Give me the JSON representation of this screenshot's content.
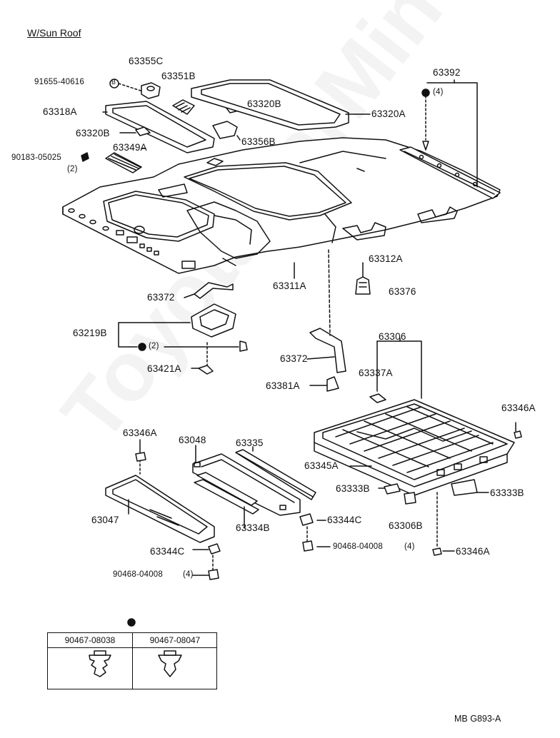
{
  "title": "W/Sun Roof",
  "diagram_code": "MB G893-A",
  "watermark": "ToyotaCarMine.ru",
  "callouts": [
    {
      "id": "p1",
      "text": "63355C"
    },
    {
      "id": "p2",
      "text": "63351B"
    },
    {
      "id": "p3",
      "text": "91655-40616"
    },
    {
      "id": "p4",
      "text": "B"
    },
    {
      "id": "p5",
      "text": "63318A"
    },
    {
      "id": "p6",
      "text": "63320B"
    },
    {
      "id": "p7",
      "text": "63320A"
    },
    {
      "id": "p8",
      "text": "63392"
    },
    {
      "id": "p9",
      "text": "(4)"
    },
    {
      "id": "p10",
      "text": "63320B"
    },
    {
      "id": "p11",
      "text": "63356B"
    },
    {
      "id": "p12",
      "text": "63349A"
    },
    {
      "id": "p13",
      "text": "90183-05025"
    },
    {
      "id": "p14",
      "text": "(2)"
    },
    {
      "id": "p15",
      "text": "63312A"
    },
    {
      "id": "p16",
      "text": "63311A"
    },
    {
      "id": "p17",
      "text": "63376"
    },
    {
      "id": "p18",
      "text": "63372"
    },
    {
      "id": "p19",
      "text": "63219B"
    },
    {
      "id": "p20",
      "text": "(2)"
    },
    {
      "id": "p21",
      "text": "63372"
    },
    {
      "id": "p22",
      "text": "63306"
    },
    {
      "id": "p23",
      "text": "63421A"
    },
    {
      "id": "p24",
      "text": "63337A"
    },
    {
      "id": "p25",
      "text": "63381A"
    },
    {
      "id": "p26",
      "text": "63346A"
    },
    {
      "id": "p27",
      "text": "63346A"
    },
    {
      "id": "p28",
      "text": "63048"
    },
    {
      "id": "p29",
      "text": "63335"
    },
    {
      "id": "p30",
      "text": "63345A"
    },
    {
      "id": "p31",
      "text": "63333B"
    },
    {
      "id": "p32",
      "text": "63333B"
    },
    {
      "id": "p33",
      "text": "63047"
    },
    {
      "id": "p34",
      "text": "63334B"
    },
    {
      "id": "p35",
      "text": "63344C"
    },
    {
      "id": "p36",
      "text": "63306B"
    },
    {
      "id": "p37",
      "text": "90468-04008"
    },
    {
      "id": "p38",
      "text": "(4)"
    },
    {
      "id": "p39",
      "text": "63346A"
    },
    {
      "id": "p40",
      "text": "63344C"
    },
    {
      "id": "p41",
      "text": "90468-04008"
    },
    {
      "id": "p42",
      "text": "(4)"
    }
  ],
  "legend_table": {
    "headers": [
      "90467-08038",
      "90467-08047"
    ]
  }
}
